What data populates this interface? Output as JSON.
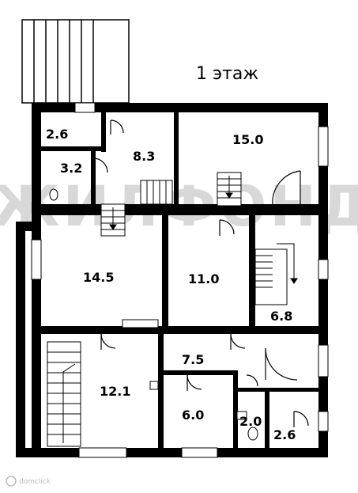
{
  "floor_label": "1 этаж",
  "watermark_text": "ЖИЛФОНД",
  "brand_text": "domclick",
  "rooms": {
    "r_2_6_top": "2.6",
    "r_8_3": "8.3",
    "r_15_0": "15.0",
    "r_3_2": "3.2",
    "r_14_5": "14.5",
    "r_11_0": "11.0",
    "r_6_8": "6.8",
    "r_7_5": "7.5",
    "r_12_1": "12.1",
    "r_6_0": "6.0",
    "r_2_0": "2.0",
    "r_2_6_bottom": "2.6"
  },
  "colors": {
    "wall": "#000000",
    "background": "#ffffff",
    "watermark": "#d8d8d8"
  }
}
